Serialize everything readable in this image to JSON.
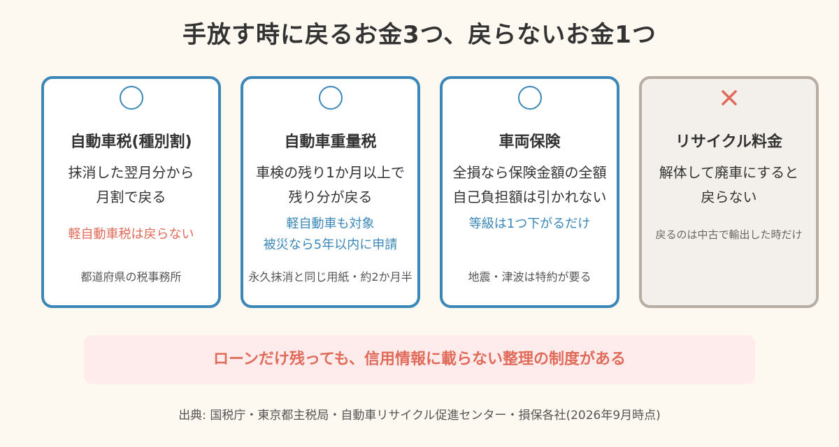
{
  "title": "手放す時に戻るお金3つ、戻らないお金1つ",
  "cards": [
    {
      "mark": "circle-mark-icon",
      "name": "自動車税(種別割)",
      "desc": [
        "抹消した翌月分から",
        "月割で戻る"
      ],
      "note": [
        "軽自動車税は戻らない"
      ],
      "foot": "都道府県の税事務所"
    },
    {
      "mark": "circle-mark-icon",
      "name": "自動車重量税",
      "desc": [
        "車検の残り1か月以上で",
        "残り分が戻る"
      ],
      "note": [
        "軽自動車も対象",
        "被災なら5年以内に申請"
      ],
      "foot": "永久抹消と同じ用紙・約2か月半"
    },
    {
      "mark": "circle-mark-icon",
      "name": "車両保険",
      "desc": [
        "全損なら保険金額の全額",
        "自己負担額は引かれない"
      ],
      "note": [
        "等級は1つ下がるだけ"
      ],
      "foot": "地震・津波は特約が要る"
    },
    {
      "mark": "cross-mark-icon",
      "name": "リサイクル料金",
      "desc": [
        "解体して廃車にすると",
        "戻らない"
      ],
      "note": [
        "戻るのは中古で輸出した時だけ"
      ],
      "foot": ""
    }
  ],
  "banner": "ローンだけ残っても、信用情報に載らない整理の制度がある",
  "source": "出典: 国税庁・東京都主税局・自動車リサイクル促進センター・損保各社(2026年9月時点)",
  "colors": {
    "positive": "#3b87b7",
    "negative": "#b7ada2",
    "accent_red": "#e06b5a",
    "background": "#fdf9f1"
  }
}
